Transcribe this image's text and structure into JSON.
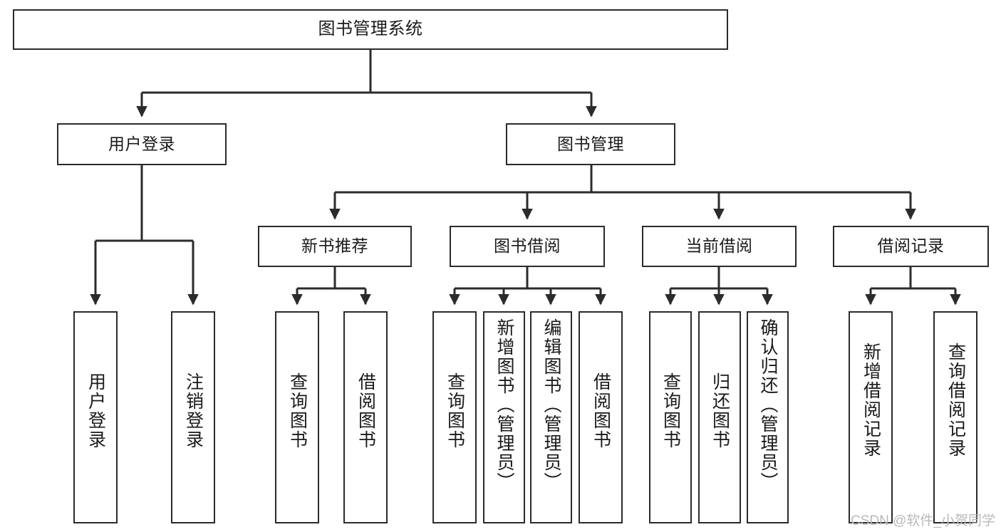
{
  "diagram": {
    "title": "图书管理系统",
    "type": "tree",
    "theme": {
      "border_color": "#2b2b2b",
      "fill_color": "#ffffff",
      "line_color": "#2b2b2b",
      "text_color": "#1a1a1a",
      "background": "#ffffff",
      "watermark_color": "#b9b9b9"
    },
    "root": {
      "label": "图书管理系统"
    },
    "level1": [
      {
        "label": "用户登录"
      },
      {
        "label": "图书管理"
      }
    ],
    "level2": [
      {
        "label": "新书推荐"
      },
      {
        "label": "图书借阅"
      },
      {
        "label": "当前借阅"
      },
      {
        "label": "借阅记录"
      }
    ],
    "leaves": {
      "user_login": [
        {
          "label": "用户登录"
        },
        {
          "label": "注销登录"
        }
      ],
      "new_book_recommend": [
        {
          "label": "查询图书"
        },
        {
          "label": "借阅图书"
        }
      ],
      "book_borrow": [
        {
          "label": "查询图书"
        },
        {
          "label": "新增图书（管理员）"
        },
        {
          "label": "编辑图书（管理员）"
        },
        {
          "label": "借阅图书"
        }
      ],
      "current_borrow": [
        {
          "label": "查询图书"
        },
        {
          "label": "归还图书"
        },
        {
          "label": "确认归还（管理员）"
        }
      ],
      "borrow_record": [
        {
          "label": "新增借阅记录"
        },
        {
          "label": "查询借阅记录"
        }
      ]
    }
  },
  "watermark": {
    "text": "CSDN @软件_小贺同学"
  }
}
